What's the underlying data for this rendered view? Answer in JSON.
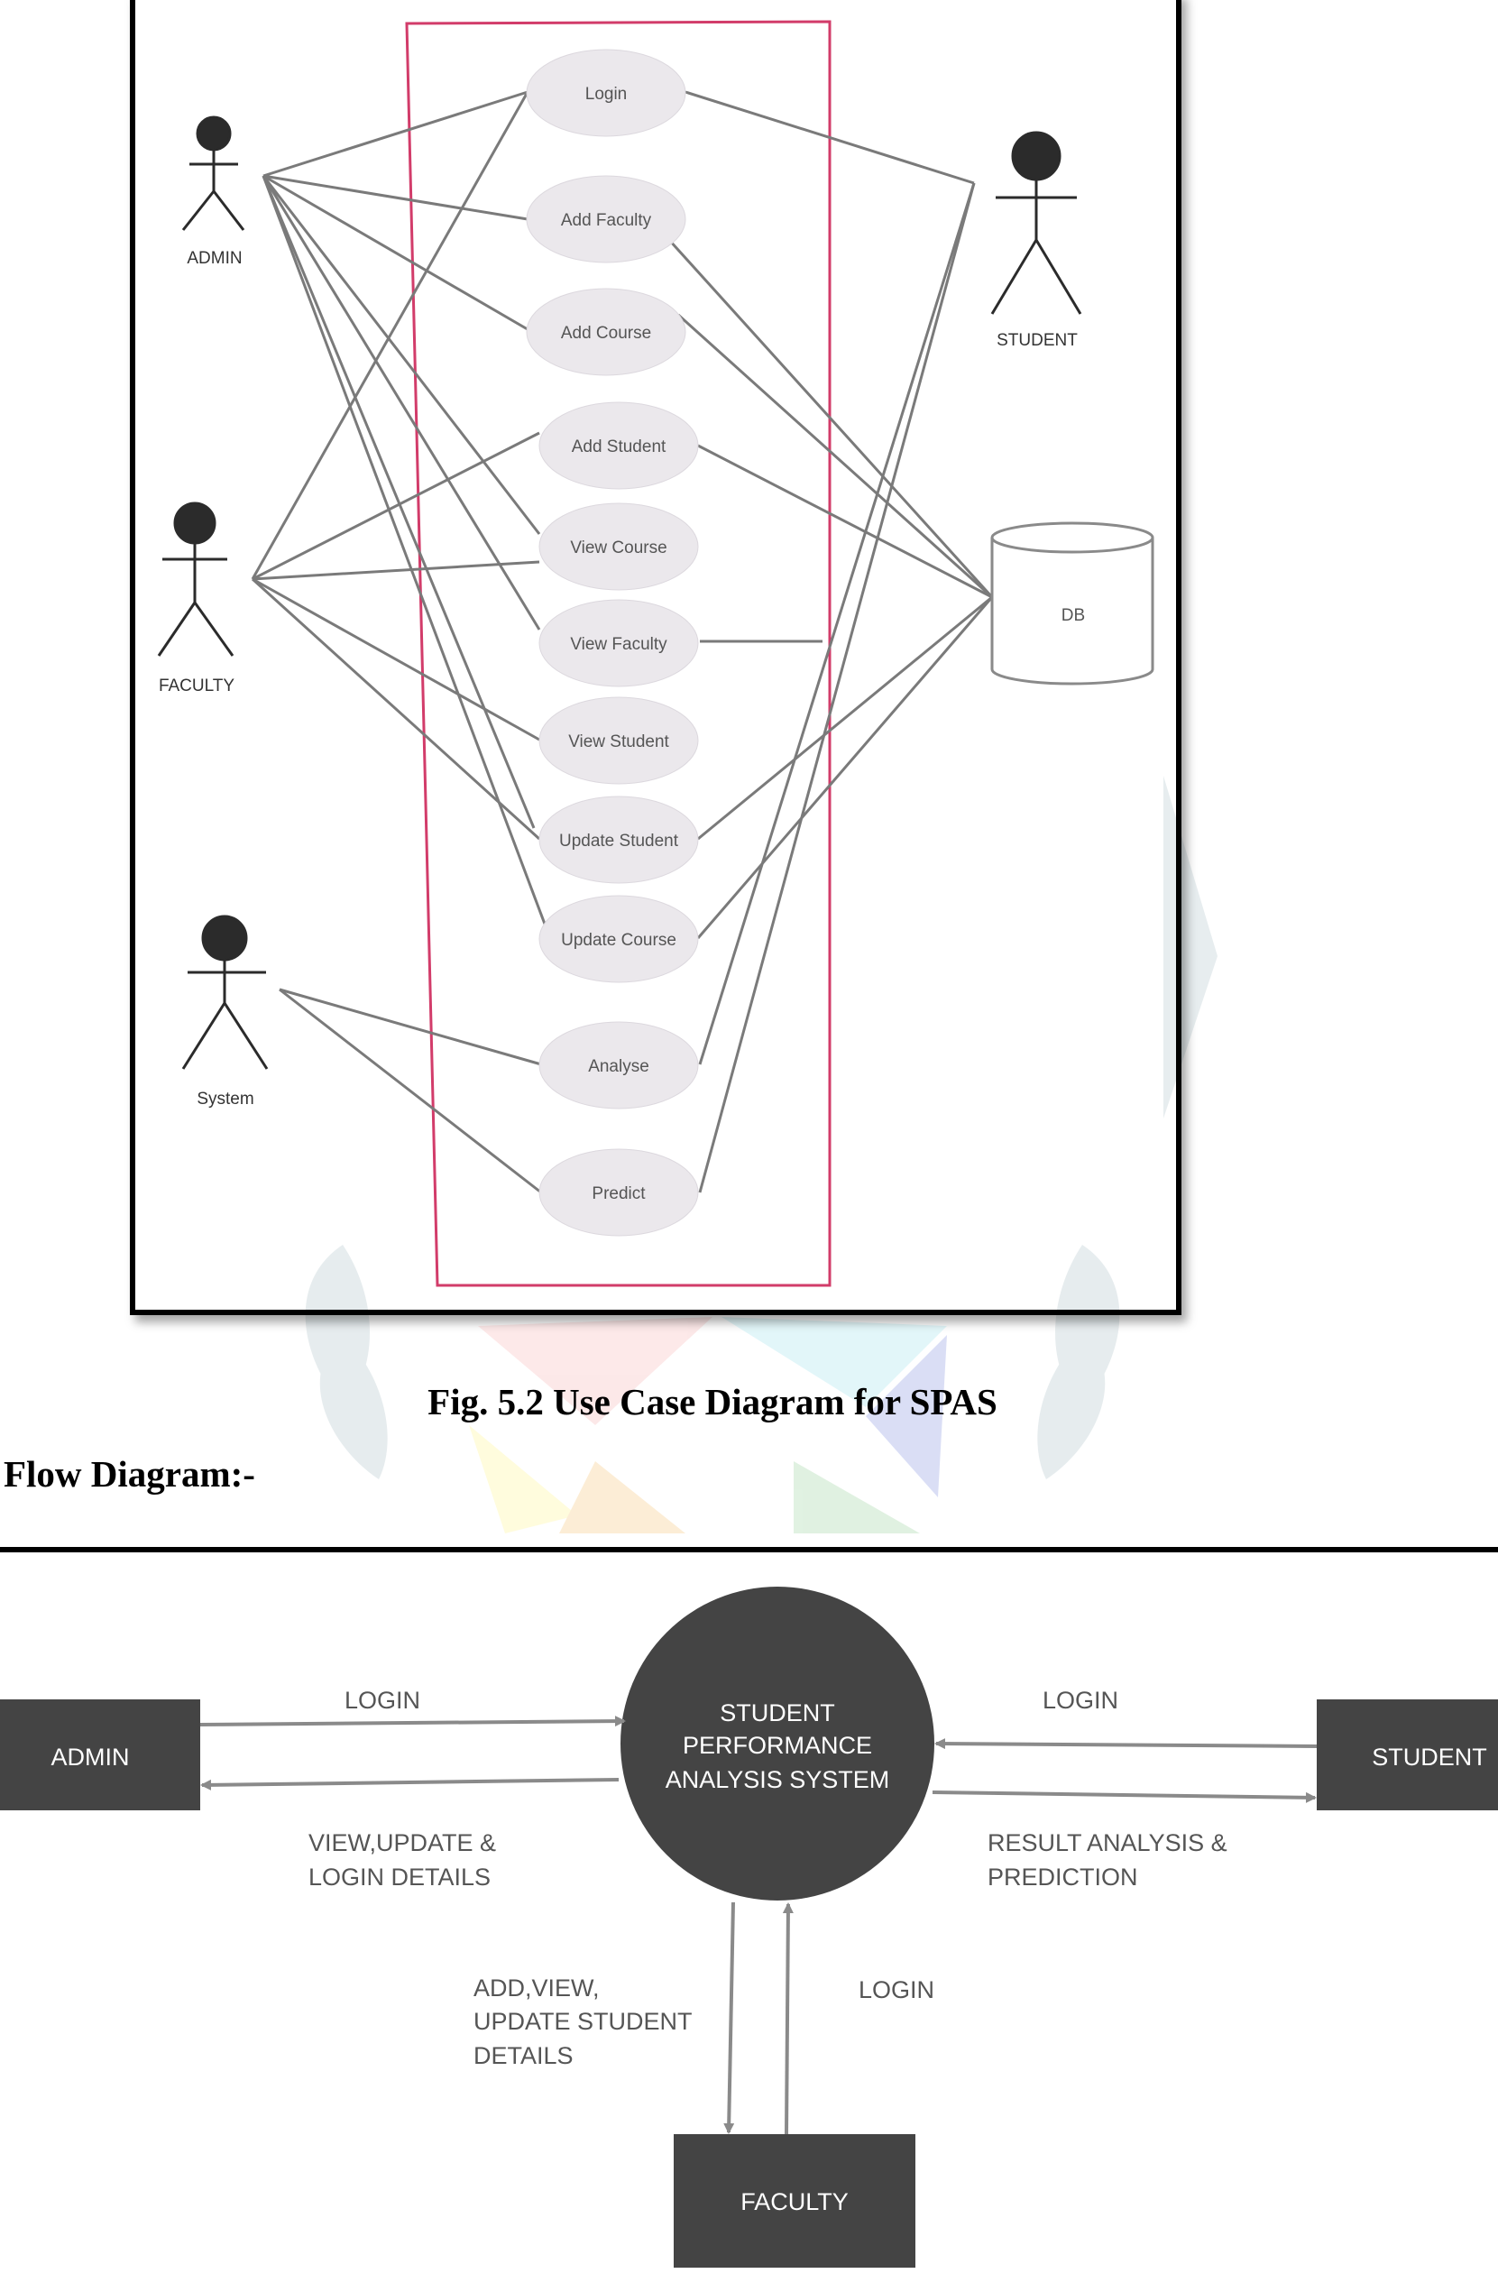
{
  "use_case_diagram": {
    "actors": {
      "admin": "ADMIN",
      "faculty": "FACULTY",
      "system": "System",
      "student": "STUDENT"
    },
    "database": "DB",
    "use_cases": {
      "login": "Login",
      "add_faculty": "Add Faculty",
      "add_course": "Add Course",
      "add_student": "Add Student",
      "view_course": "View Course",
      "view_faculty": "View Faculty",
      "view_student": "View Student",
      "update_student": "Update Student",
      "update_course": "Update Course",
      "analyse": "Analyse",
      "predict": "Predict"
    },
    "caption": "Fig. 5.2 Use Case Diagram for SPAS"
  },
  "flow_diagram": {
    "heading": "Flow Diagram:-",
    "central_process": [
      "STUDENT",
      "PERFORMANCE",
      "ANALYSIS SYSTEM"
    ],
    "entities": {
      "admin": "ADMIN",
      "student": "STUDENT",
      "faculty": "FACULTY"
    },
    "flows": {
      "admin_login": "LOGIN",
      "admin_return": [
        "VIEW,UPDATE &",
        "LOGIN DETAILS"
      ],
      "student_login": "LOGIN",
      "student_return": [
        "RESULT ANALYSIS &",
        "PREDICTION"
      ],
      "faculty_return": [
        "ADD,VIEW,",
        "UPDATE STUDENT",
        "DETAILS"
      ],
      "faculty_login": "LOGIN"
    }
  },
  "colors": {
    "boundary": "#d23c6a",
    "ellipse_fill": "#ebe8ec",
    "line": "#7a7a7a",
    "actor": "#2b2b2b",
    "flow_box": "#444444",
    "flow_arrow": "#8a8a8a"
  }
}
